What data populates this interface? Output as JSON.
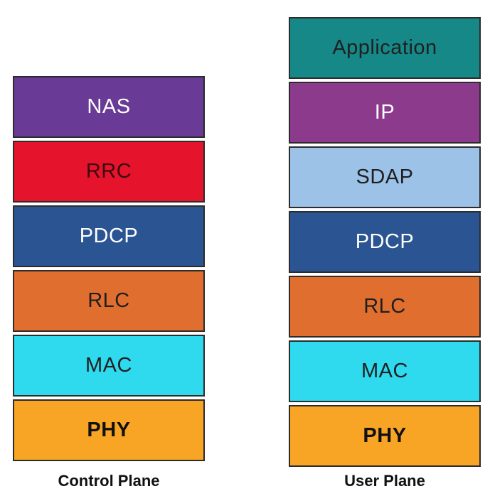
{
  "control_plane": {
    "label": "Control Plane",
    "layers": [
      {
        "name": "NAS",
        "bg": "#6a3a97",
        "fg": "#ffffff",
        "bold": false
      },
      {
        "name": "RRC",
        "bg": "#e5132b",
        "fg": "#3a0a10",
        "bold": false
      },
      {
        "name": "PDCP",
        "bg": "#2b5592",
        "fg": "#ffffff",
        "bold": false
      },
      {
        "name": "RLC",
        "bg": "#e06e2e",
        "fg": "#1f1f1f",
        "bold": false
      },
      {
        "name": "MAC",
        "bg": "#2fd9ee",
        "fg": "#1f1f1f",
        "bold": false
      },
      {
        "name": "PHY",
        "bg": "#f8a424",
        "fg": "#111111",
        "bold": true
      }
    ]
  },
  "user_plane": {
    "label": "User Plane",
    "layers": [
      {
        "name": "Application",
        "bg": "#168888",
        "fg": "#1f1f1f",
        "bold": false
      },
      {
        "name": "IP",
        "bg": "#8b3a8c",
        "fg": "#ffffff",
        "bold": false
      },
      {
        "name": "SDAP",
        "bg": "#9dc2e7",
        "fg": "#1f1f1f",
        "bold": false
      },
      {
        "name": "PDCP",
        "bg": "#2b5592",
        "fg": "#ffffff",
        "bold": false
      },
      {
        "name": "RLC",
        "bg": "#e06e2e",
        "fg": "#1f1f1f",
        "bold": false
      },
      {
        "name": "MAC",
        "bg": "#2fd9ee",
        "fg": "#1f1f1f",
        "bold": false
      },
      {
        "name": "PHY",
        "bg": "#f8a424",
        "fg": "#111111",
        "bold": true
      }
    ]
  }
}
